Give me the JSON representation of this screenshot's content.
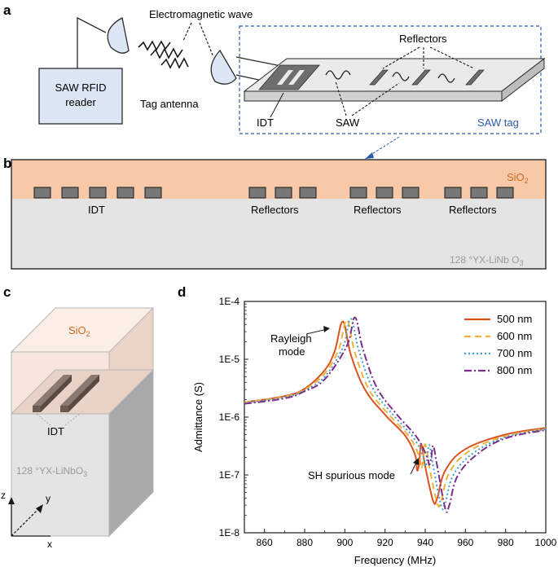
{
  "panels": {
    "a": {
      "label": "a",
      "reader_line1": "SAW RFID",
      "reader_line2": "reader",
      "em_wave": "Electromagnetic wave",
      "tag_antenna": "Tag antenna",
      "reflectors": "Reflectors",
      "idt": "IDT",
      "saw": "SAW",
      "saw_tag": "SAW tag",
      "colors": {
        "box_fill": "#dce6f5",
        "box_stroke": "#2a2a2a",
        "dashed": "#2a5caa"
      }
    },
    "b": {
      "label": "b",
      "sio2": "SiO",
      "sio2_sub": "2",
      "idt": "IDT",
      "reflectors": [
        "Reflectors",
        "Reflectors",
        "Reflectors"
      ],
      "substrate": "128 °YX-LiNb O",
      "substrate_sub": "3",
      "colors": {
        "sio2": "#f8c9a8",
        "substrate": "#e4e4e4",
        "electrode": "#777777",
        "sio2_text": "#d2691e"
      }
    },
    "c": {
      "label": "c",
      "sio2": "SiO",
      "sio2_sub": "2",
      "idt": "IDT",
      "substrate": "128 °YX-LiNbO",
      "substrate_sub": "3",
      "axis_z": "z",
      "axis_y": "y",
      "axis_x": "x"
    }
  },
  "chart_data": {
    "type": "line",
    "panel_label": "d",
    "title": "",
    "xlabel": "Frequency (MHz)",
    "ylabel": "Admittance (S)",
    "xlim": [
      850,
      1000
    ],
    "ylim": [
      1e-08,
      0.0001
    ],
    "yscale": "log",
    "x_ticks": [
      "860",
      "880",
      "900",
      "920",
      "940",
      "960",
      "980",
      "1000"
    ],
    "y_ticks": [
      "1E-8",
      "1E-7",
      "1E-6",
      "1E-5",
      "1E-4"
    ],
    "grid": false,
    "legend_position": "top-right",
    "annotations": [
      "Rayleigh\nmode",
      "SH spurious mode"
    ],
    "series": [
      {
        "name": "500 nm",
        "color": "#d9531e",
        "dash": "solid",
        "x": [
          850,
          870,
          880,
          890,
          895,
          899,
          903,
          910,
          920,
          930,
          935,
          936,
          937,
          938,
          940,
          944,
          946,
          950,
          960,
          980,
          1000
        ],
        "y": [
          1.8e-06,
          2.3e-06,
          3.1e-06,
          6.5e-06,
          1.4e-05,
          4.5e-05,
          1.2e-05,
          3e-06,
          1.1e-06,
          4.8e-07,
          2.2e-07,
          1.2e-07,
          1.6e-07,
          3.4e-07,
          1.4e-07,
          3.5e-08,
          4e-08,
          1.2e-07,
          2.8e-07,
          5e-07,
          6.5e-07
        ]
      },
      {
        "name": "600 nm",
        "color": "#f2b03a",
        "dash": "8 5",
        "x": [
          850,
          870,
          880,
          890,
          897,
          901,
          905,
          912,
          922,
          932,
          937,
          938,
          939,
          940,
          942,
          946,
          948,
          952,
          962,
          980,
          1000
        ],
        "y": [
          1.8e-06,
          2.25e-06,
          3e-06,
          5.7e-06,
          1.5e-05,
          4.8e-05,
          1.3e-05,
          3e-06,
          1.1e-06,
          4.6e-07,
          2.1e-07,
          1.3e-07,
          1.8e-07,
          3.4e-07,
          1.4e-07,
          3.2e-08,
          3.6e-08,
          1.1e-07,
          2.6e-07,
          4.7e-07,
          6.3e-07
        ]
      },
      {
        "name": "700 nm",
        "color": "#3a9fd4",
        "dash": "2 3",
        "x": [
          850,
          870,
          880,
          890,
          899,
          903,
          907,
          914,
          924,
          934,
          939,
          940,
          941,
          942,
          944,
          948,
          950,
          954,
          964,
          980,
          1000
        ],
        "y": [
          1.75e-06,
          2.2e-06,
          2.9e-06,
          5e-06,
          1.6e-05,
          5e-05,
          1.4e-05,
          3.1e-06,
          1.1e-06,
          4.5e-07,
          2.1e-07,
          1.4e-07,
          1.9e-07,
          3.3e-07,
          1.4e-07,
          2.9e-08,
          3.3e-08,
          1e-07,
          2.4e-07,
          4.5e-07,
          6.2e-07
        ]
      },
      {
        "name": "800 nm",
        "color": "#7a2f8c",
        "dash": "9 3 2 3",
        "x": [
          850,
          870,
          880,
          890,
          901,
          905,
          909,
          916,
          926,
          936,
          941,
          942,
          943,
          944,
          946,
          950,
          952,
          956,
          966,
          980,
          1000
        ],
        "y": [
          1.7e-06,
          2.1e-06,
          2.8e-06,
          4.5e-06,
          1.7e-05,
          5.3e-05,
          1.5e-05,
          3.2e-06,
          1.1e-06,
          4.4e-07,
          2e-07,
          1.5e-07,
          2e-07,
          3.2e-07,
          1.4e-07,
          2.6e-08,
          3e-08,
          9.5e-08,
          2.3e-07,
          4.3e-07,
          6e-07
        ]
      }
    ]
  }
}
